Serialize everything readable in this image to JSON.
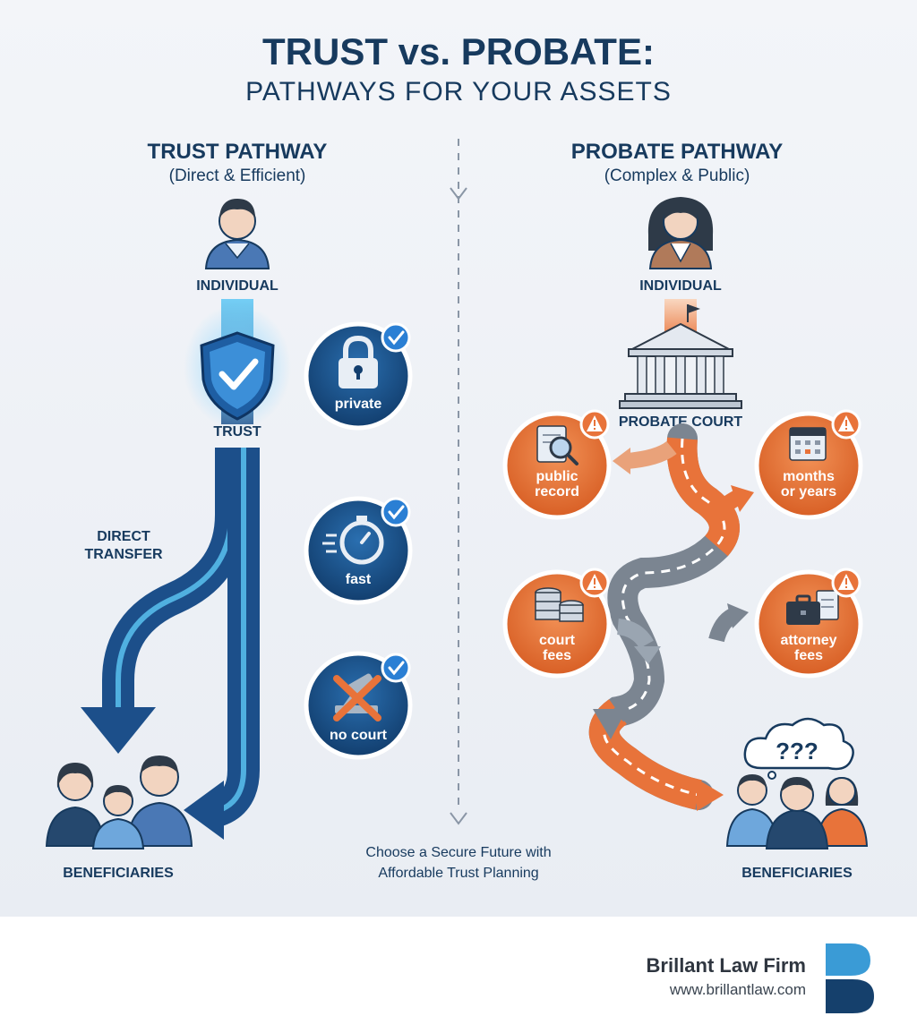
{
  "title": "TRUST vs. PROBATE:",
  "subtitle": "PATHWAYS FOR YOUR ASSETS",
  "trust": {
    "heading": "TRUST PATHWAY",
    "note": "(Direct & Efficient)",
    "individual": "INDIVIDUAL",
    "trust_label": "TRUST",
    "transfer_line1": "DIRECT",
    "transfer_line2": "TRANSFER",
    "beneficiaries": "BENEFICIARIES",
    "benefits": [
      {
        "label": "private",
        "icon": "padlock-icon"
      },
      {
        "label": "fast",
        "icon": "stopwatch-icon"
      },
      {
        "label": "no court",
        "icon": "crossed-gavel-icon"
      }
    ]
  },
  "probate": {
    "heading": "PROBATE PATHWAY",
    "note": "(Complex & Public)",
    "individual": "INDIVIDUAL",
    "court": "PROBATE COURT",
    "beneficiaries": "BENEFICIARIES",
    "confusion": "???",
    "drawbacks": [
      {
        "line1": "public",
        "line2": "record",
        "icon": "magnifier-document-icon"
      },
      {
        "line1": "months",
        "line2": "or years",
        "icon": "calendar-icon"
      },
      {
        "line1": "court",
        "line2": "fees",
        "icon": "coins-icon"
      },
      {
        "line1": "attorney",
        "line2": "fees",
        "icon": "briefcase-icon"
      }
    ]
  },
  "tagline": {
    "line1": "Choose a Secure Future with",
    "line2": "Affordable Trust Planning"
  },
  "footer": {
    "brand": "Brillant Law Firm",
    "url": "www.brillantlaw.com"
  },
  "colors": {
    "navy": "#173a5e",
    "trust_blue": "#1f5f9e",
    "probate_orange": "#e8733a",
    "road_gray": "#7b8591"
  }
}
